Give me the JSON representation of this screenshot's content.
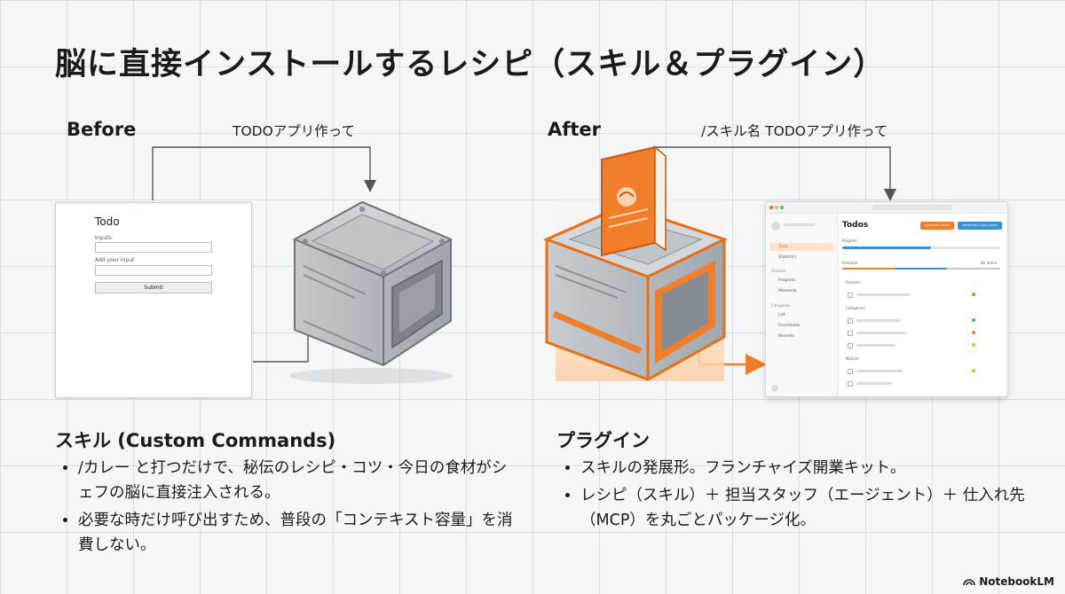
{
  "title": "脳に直接インストールするレシピ（スキル＆プラグイン）",
  "before": {
    "label": "Before",
    "command": "TODOアプリ作って",
    "form": {
      "title": "Todo",
      "field1_label": "Inputs",
      "field2_label": "Add your input",
      "button": "Submit"
    }
  },
  "after": {
    "label": "After",
    "command": "/スキル名 TODOアプリ作って",
    "app": {
      "title": "Todos",
      "btn1": "Generate Image",
      "btn2": "Generate a Day Done",
      "progress_label": "Progress",
      "nav": [
        "Todo",
        "Statistics"
      ],
      "sec_account": "Account",
      "account_items": [
        "Progress",
        "Moments"
      ],
      "sec_categories": "Categories",
      "category_items": [
        "List",
        "Overheads",
        "Recents"
      ],
      "col_left": "Personal",
      "col_right": "No items",
      "groups": [
        "Reasons",
        "Categories",
        "Notices"
      ]
    }
  },
  "skill": {
    "heading": "スキル (Custom Commands)",
    "bullets": [
      "/カレー と打つだけで、秘伝のレシピ・コツ・今日の食材がシェフの脳に直接注入される。",
      "必要な時だけ呼び出すため、普段の「コンテキスト容量」を消費しない。"
    ]
  },
  "plugin": {
    "heading": "プラグイン",
    "bullets": [
      "スキルの発展形。フランチャイズ開業キット。",
      "レシピ（スキル）＋ 担当スタッフ（エージェント）＋ 仕入れ先（MCP）を丸ごとパッケージ化。"
    ]
  },
  "brand": "NotebookLM",
  "colors": {
    "accent": "#f07e2a",
    "steel": "#b9bec4",
    "blue": "#3b8fd6"
  }
}
